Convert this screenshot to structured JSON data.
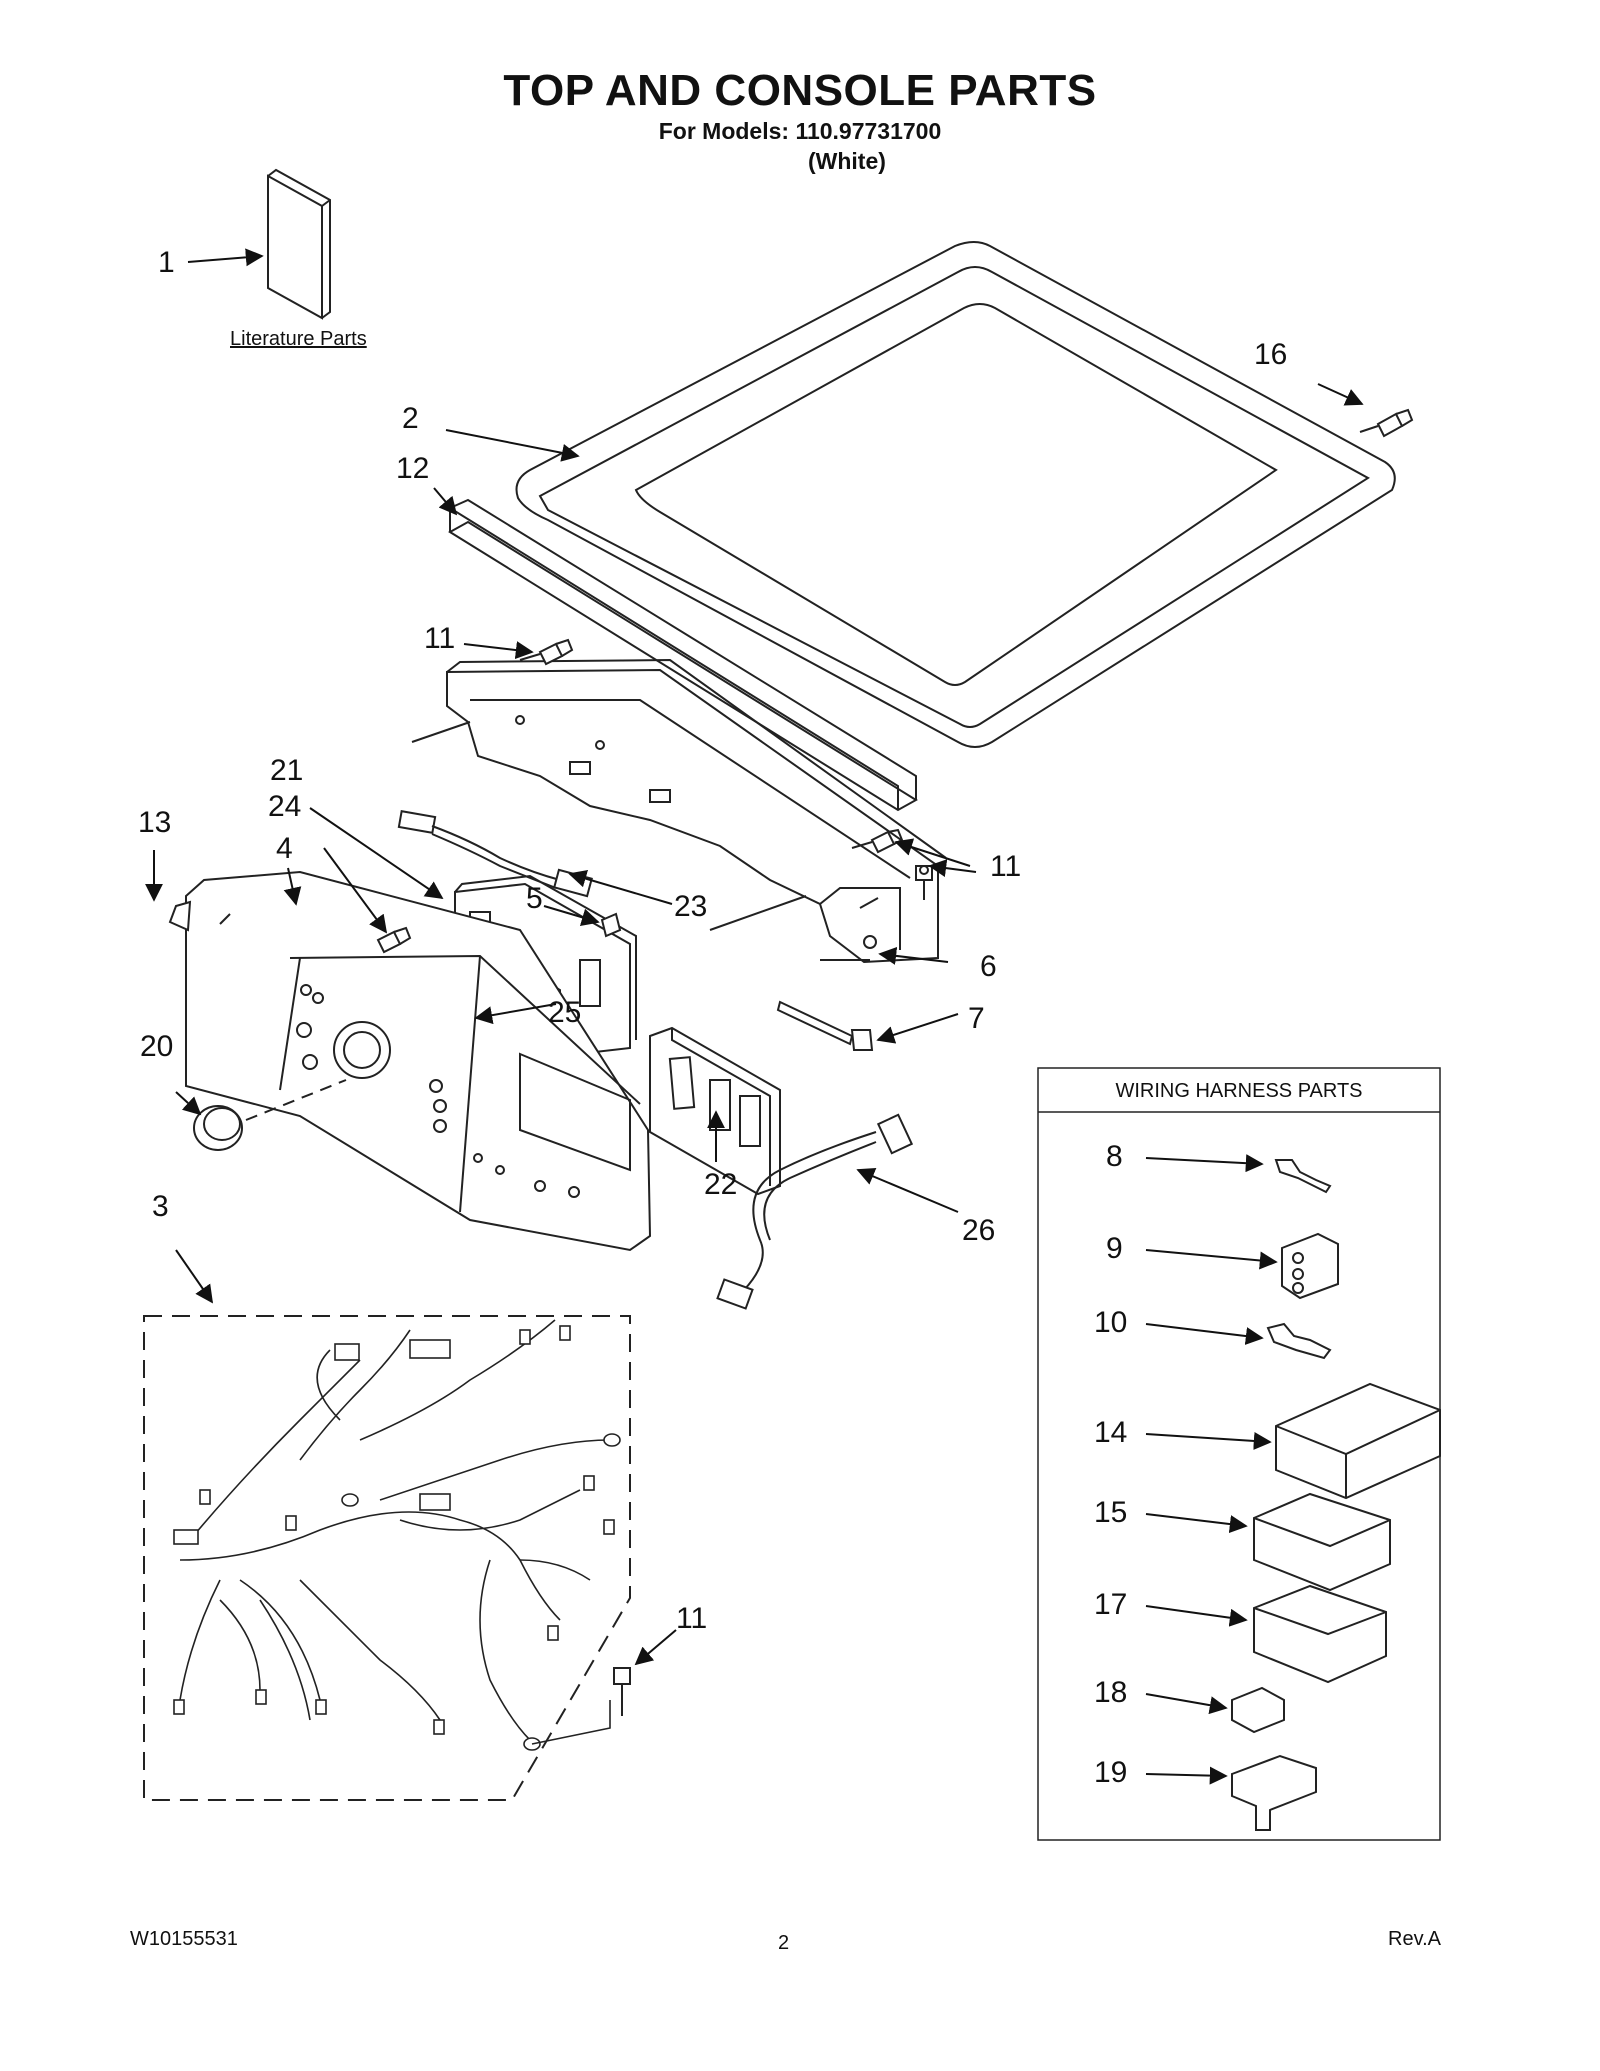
{
  "page": {
    "title": "TOP AND CONSOLE PARTS",
    "subtitle_models": "For Models: 110.97731700",
    "subtitle_color": "(White)",
    "literature_label": "Literature Parts",
    "wiring_box_title": "WIRING HARNESS PARTS"
  },
  "callouts": {
    "p1": "1",
    "p2": "2",
    "p3": "3",
    "p4": "4",
    "p5": "5",
    "p6": "6",
    "p7": "7",
    "p8": "8",
    "p9": "9",
    "p10": "10",
    "p11a": "11",
    "p11b": "11",
    "p11c": "11",
    "p12": "12",
    "p13": "13",
    "p14": "14",
    "p15": "15",
    "p16": "16",
    "p17": "17",
    "p18": "18",
    "p19": "19",
    "p20": "20",
    "p21": "21",
    "p22": "22",
    "p23": "23",
    "p24": "24",
    "p25": "25",
    "p26": "26"
  },
  "footer": {
    "doc_number": "W10155531",
    "page_number": "2",
    "revision": "Rev.A"
  }
}
